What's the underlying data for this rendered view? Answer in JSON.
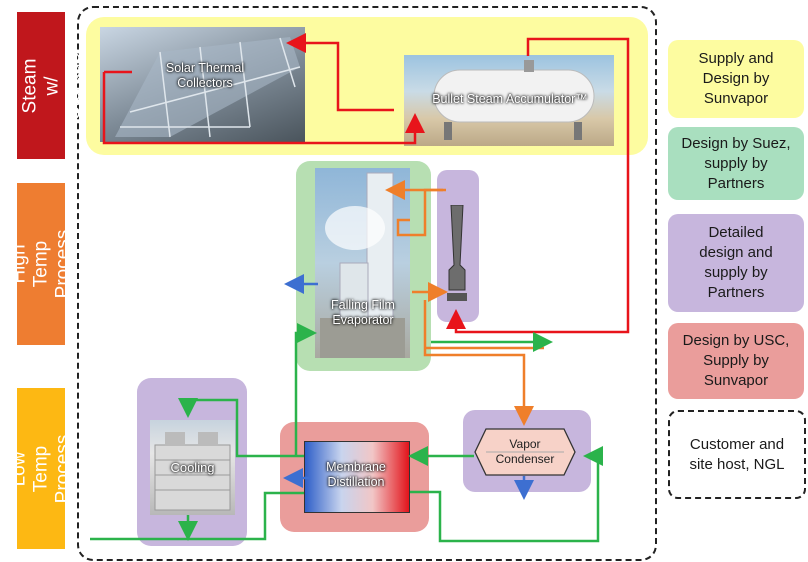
{
  "side_labels": {
    "solar": "Solar Steam w/ Storage",
    "high": "High Temp Process",
    "low": "Low Temp Process"
  },
  "components": {
    "collectors": "Solar Thermal Collectors",
    "accumulator": "Bullet Steam Accumulator™",
    "evaporator": "Falling Film Evaporator",
    "condenser": "Vapor Condenser",
    "membrane": "Membrane Distillation",
    "cooling": "Cooling"
  },
  "legend": [
    {
      "text": "Supply and Design by Sunvapor",
      "color": "#fdfca0"
    },
    {
      "text": "Design by Suez, supply by Partners",
      "color": "#a9dfbf"
    },
    {
      "text": "Detailed design and supply by Partners",
      "color": "#c7b6dd"
    },
    {
      "text": "Design by USC, Supply by Sunvapor",
      "color": "#ea9d9b"
    },
    {
      "text": "Customer and site host, NGL",
      "color": "#ffffff"
    }
  ],
  "colors": {
    "steam": "#e8141b",
    "hot": "#ef7f2a",
    "water": "#2bb34b",
    "cool": "#3d6fd1"
  }
}
